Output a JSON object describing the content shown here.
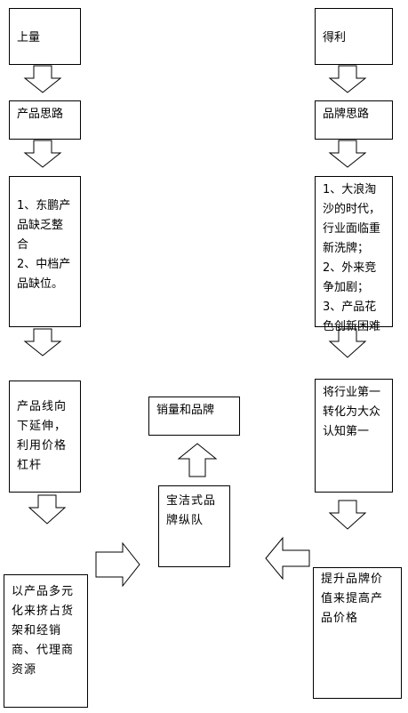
{
  "left_column": {
    "box1": "上量",
    "box2": "产品思路",
    "box3": "1、东鹏产品缺乏整合\n2、中档产品缺位。",
    "box4": "产品线向下延伸，利用价格杠杆",
    "box5": "以产品多元化来挤占货架和经销商、代理商资源"
  },
  "right_column": {
    "box1": "得利",
    "box2": "品牌思路",
    "box3": "1、大浪淘沙的时代，行业面临重新洗牌；2、外来竞争加剧；3、产品花色创新困难",
    "box4": "将行业第一转化为大众认知第一",
    "box5": "提升品牌价值来提高产品价格"
  },
  "center": {
    "result": "销量和品牌",
    "strategy": "宝洁式品牌纵队"
  }
}
